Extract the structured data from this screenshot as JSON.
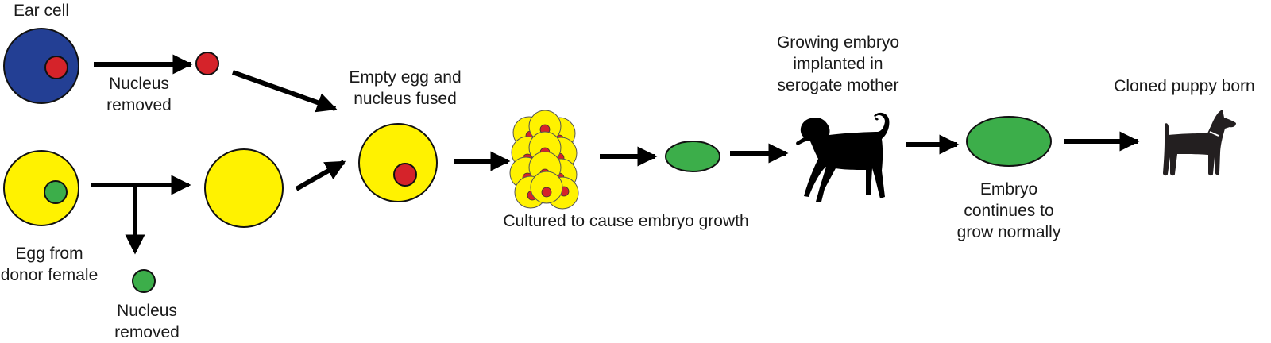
{
  "colors": {
    "ear_cell": "#233f94",
    "nucleus_red": "#d5232a",
    "egg_yellow": "#fff200",
    "nucleus_green": "#3cae4a",
    "outline": "#111111",
    "silhouette": "#000000",
    "puppy": "#231f20"
  },
  "labels": {
    "ear_cell": "Ear cell",
    "nucleus_removed_top": [
      "Nucleus",
      "removed"
    ],
    "egg_donor": [
      "Egg from",
      "donor female"
    ],
    "nucleus_removed_bottom": [
      "Nucleus",
      "removed"
    ],
    "fused": [
      "Empty egg and",
      "nucleus fused"
    ],
    "cultured": "Cultured to cause embryo growth",
    "implanted": [
      "Growing embryo",
      "implanted in",
      "serogate mother"
    ],
    "continues": [
      "Embryo",
      "continues to",
      "grow normally"
    ],
    "born": "Cloned puppy born"
  },
  "icons": {
    "surrogate": "dog-silhouette-icon",
    "puppy": "puppy-silhouette-icon"
  }
}
